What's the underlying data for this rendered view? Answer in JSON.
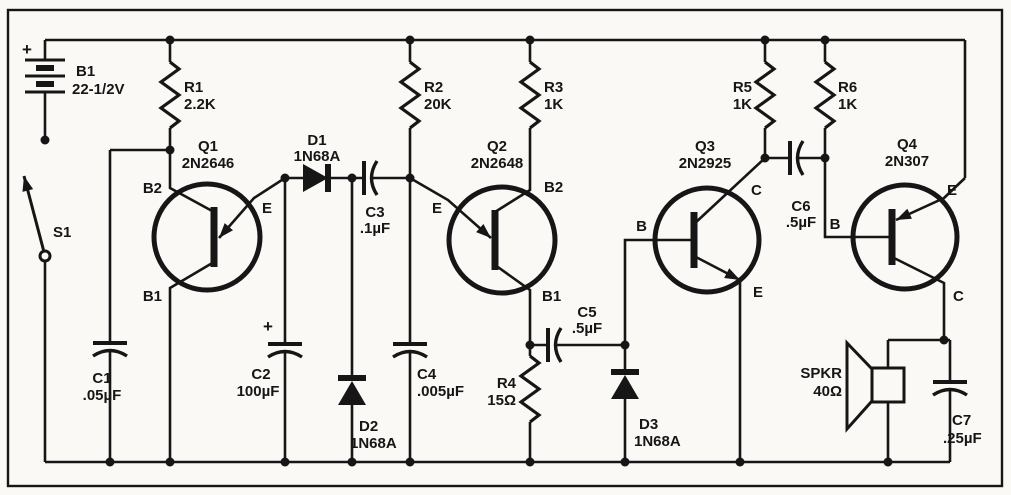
{
  "components": {
    "b1": {
      "ref": "B1",
      "value": "22-1/2V",
      "polarity": "+"
    },
    "s1": {
      "ref": "S1"
    },
    "r1": {
      "ref": "R1",
      "value": "2.2K"
    },
    "r2": {
      "ref": "R2",
      "value": "20K"
    },
    "r3": {
      "ref": "R3",
      "value": "1K"
    },
    "r4": {
      "ref": "R4",
      "value": "15Ω"
    },
    "r5": {
      "ref": "R5",
      "value": "1K"
    },
    "r6": {
      "ref": "R6",
      "value": "1K"
    },
    "c1": {
      "ref": "C1",
      "value": ".05µF"
    },
    "c2": {
      "ref": "C2",
      "value": "100µF",
      "polarity": "+"
    },
    "c3": {
      "ref": "C3",
      "value": ".1µF"
    },
    "c4": {
      "ref": "C4",
      "value": ".005µF"
    },
    "c5": {
      "ref": "C5",
      "value": ".5µF"
    },
    "c6": {
      "ref": "C6",
      "value": ".5µF"
    },
    "c7": {
      "ref": "C7",
      "value": ".25µF"
    },
    "d1": {
      "ref": "D1",
      "value": "1N68A"
    },
    "d2": {
      "ref": "D2",
      "value": "1N68A"
    },
    "d3": {
      "ref": "D3",
      "value": "1N68A"
    },
    "q1": {
      "ref": "Q1",
      "value": "2N2646",
      "pins": {
        "top": "B2",
        "emitter": "E",
        "bottom": "B1"
      }
    },
    "q2": {
      "ref": "Q2",
      "value": "2N2648",
      "pins": {
        "top": "B2",
        "emitter": "E",
        "bottom": "B1"
      }
    },
    "q3": {
      "ref": "Q3",
      "value": "2N2925",
      "pins": {
        "base": "B",
        "collector": "C",
        "emitter": "E"
      }
    },
    "q4": {
      "ref": "Q4",
      "value": "2N307",
      "pins": {
        "base": "B",
        "collector": "C",
        "emitter": "E"
      }
    },
    "spkr": {
      "ref": "SPKR",
      "value": "40Ω"
    }
  }
}
